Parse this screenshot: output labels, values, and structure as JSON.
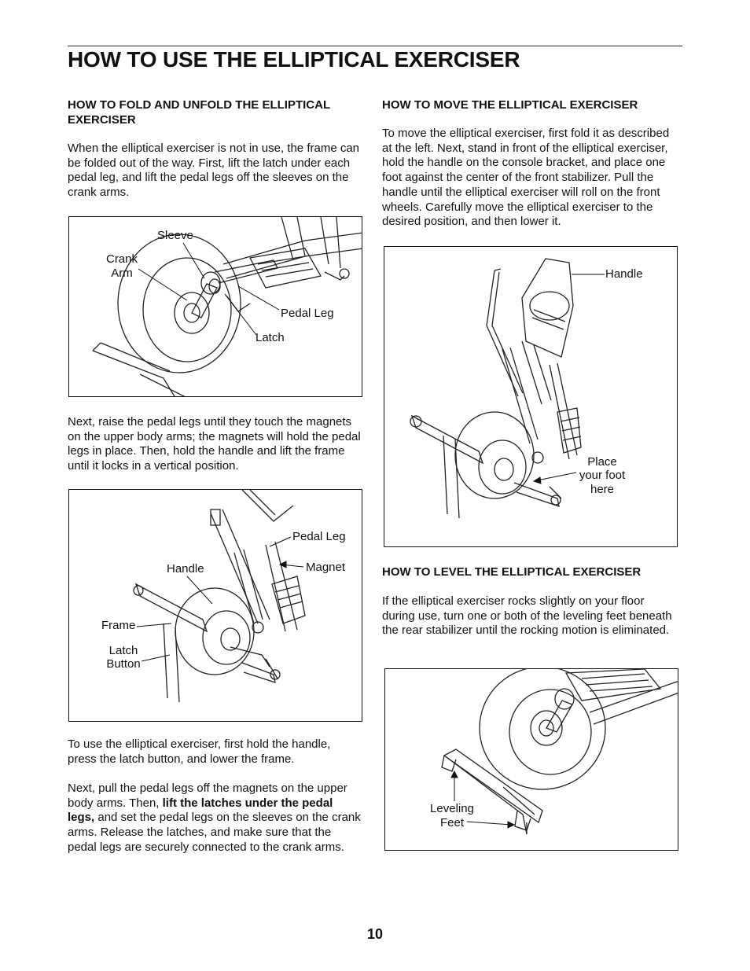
{
  "page": {
    "title": "HOW TO USE THE ELLIPTICAL EXERCISER",
    "page_number": "10"
  },
  "left": {
    "fold_heading": "HOW TO FOLD AND UNFOLD THE ELLIPTICAL EXERCISER",
    "fold_para": "When the elliptical exerciser is not in use, the frame can be folded out of the way. First, lift the latch under each pedal leg, and lift the pedal legs off the sleeves on the crank arms.",
    "fig1": {
      "sleeve": "Sleeve",
      "crank_arm_1": "Crank",
      "crank_arm_2": "Arm",
      "pedal_leg": "Pedal Leg",
      "latch": "Latch"
    },
    "raise_para": "Next, raise the pedal legs until they touch the magnets on the upper body arms; the magnets will hold the pedal legs in place. Then, hold the handle and lift the frame until it locks in a vertical position.",
    "fig2": {
      "pedal_leg": "Pedal Leg",
      "handle": "Handle",
      "magnet": "Magnet",
      "frame": "Frame",
      "latch_button_1": "Latch",
      "latch_button_2": "Button"
    },
    "use_para": "To use the elliptical exerciser, first hold the handle, press the latch button, and lower the frame.",
    "pull_para_a": "Next, pull the pedal legs off the magnets on the upper body arms. Then, ",
    "pull_para_bold": "lift the latches under the pedal legs,",
    "pull_para_b": " and set the pedal legs on the sleeves on the crank arms. Release the latches, and make sure that the pedal legs are securely connected to the crank arms."
  },
  "right": {
    "move_heading": "HOW TO MOVE THE ELLIPTICAL EXERCISER",
    "move_para": "To move the elliptical exerciser, first fold it as described at the left. Next, stand in front of the elliptical exerciser, hold the handle on the console bracket, and place one foot against the center of the front stabilizer. Pull the handle until the elliptical exerciser will roll on the front wheels. Carefully move the elliptical exerciser to the desired position, and then lower it.",
    "fig3": {
      "handle": "Handle",
      "place_1": "Place",
      "place_2": "your foot",
      "place_3": "here"
    },
    "level_heading": "HOW TO LEVEL THE ELLIPTICAL EXERCISER",
    "level_para": "If the elliptical exerciser rocks slightly on your floor during use, turn one or both of the leveling feet beneath the rear stabilizer until the rocking motion is eliminated.",
    "fig4": {
      "leveling_1": "Leveling",
      "leveling_2": "Feet"
    }
  }
}
